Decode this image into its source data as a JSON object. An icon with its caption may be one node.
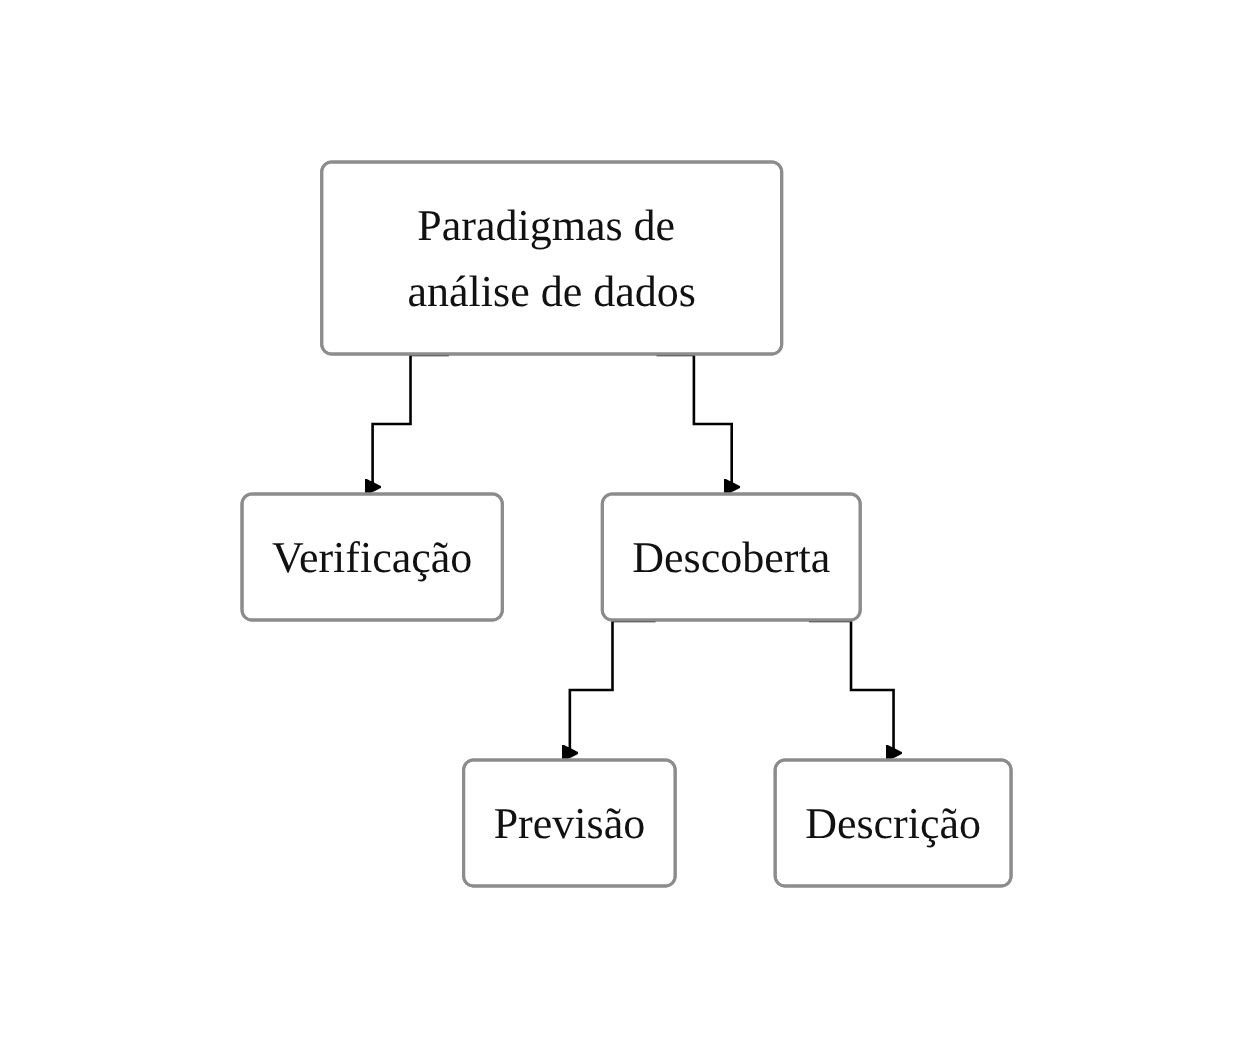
{
  "diagram": {
    "nodes": [
      {
        "text": [
          "Paradigmas de análise de dados"
        ]
      },
      {
        "text": [
          "Verificação"
        ]
      },
      {
        "text": [
          "Descoberta"
        ]
      },
      {
        "text": [
          "Previsão"
        ]
      },
      {
        "text": [
          "Descrição"
        ]
      }
    ],
    "edges": [
      {
        "from": 0,
        "to": 1,
        "arrow": "to"
      },
      {
        "from": 0,
        "to": 2,
        "arrow": "to"
      },
      {
        "from": 2,
        "to": 3,
        "arrow": "to"
      },
      {
        "from": 2,
        "to": 4,
        "arrow": "to"
      }
    ]
  }
}
